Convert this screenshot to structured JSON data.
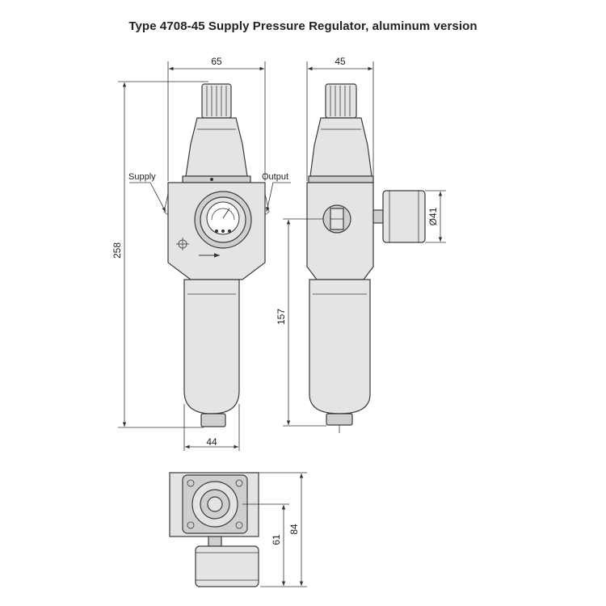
{
  "title": "Type 4708-45 Supply Pressure Regulator, aluminum version",
  "labels": {
    "supply": "Supply",
    "output": "Output"
  },
  "dimensions": {
    "front_width": "65",
    "side_width": "45",
    "overall_height": "258",
    "bowl_width": "44",
    "side_height": "157",
    "gauge_diameter": "Ø41",
    "top_depth_total": "84",
    "top_depth_partial": "61"
  }
}
